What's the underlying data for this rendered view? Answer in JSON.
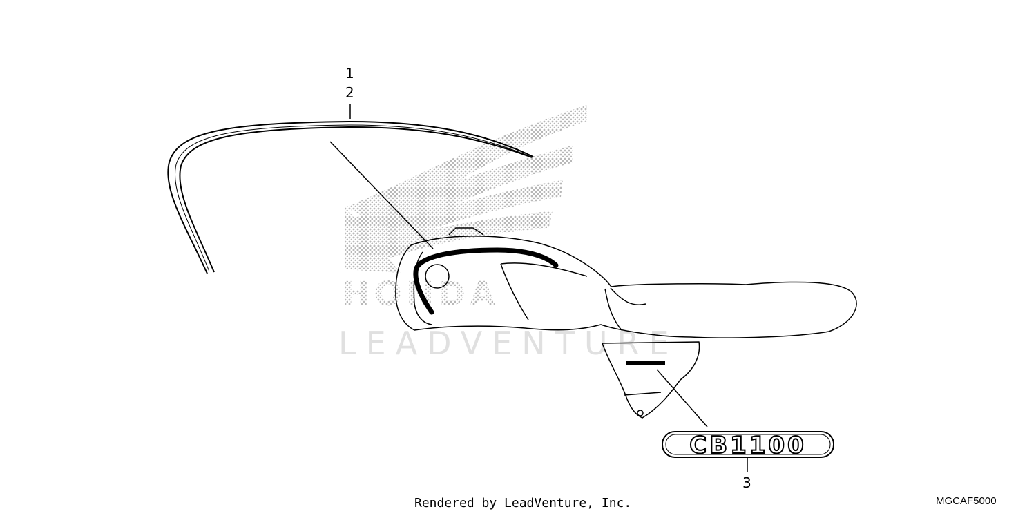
{
  "callouts": {
    "one": "1",
    "two": "2",
    "three": "3"
  },
  "emblem": {
    "text": "CB1100"
  },
  "watermark": {
    "brand": "LEADVENTURE",
    "logo_letters": "HONDA"
  },
  "footer": {
    "credit": "Rendered by LeadVenture, Inc.",
    "code": "MGCAF5000"
  },
  "colors": {
    "ink": "#000000",
    "watermark": "#d8d8d8"
  }
}
